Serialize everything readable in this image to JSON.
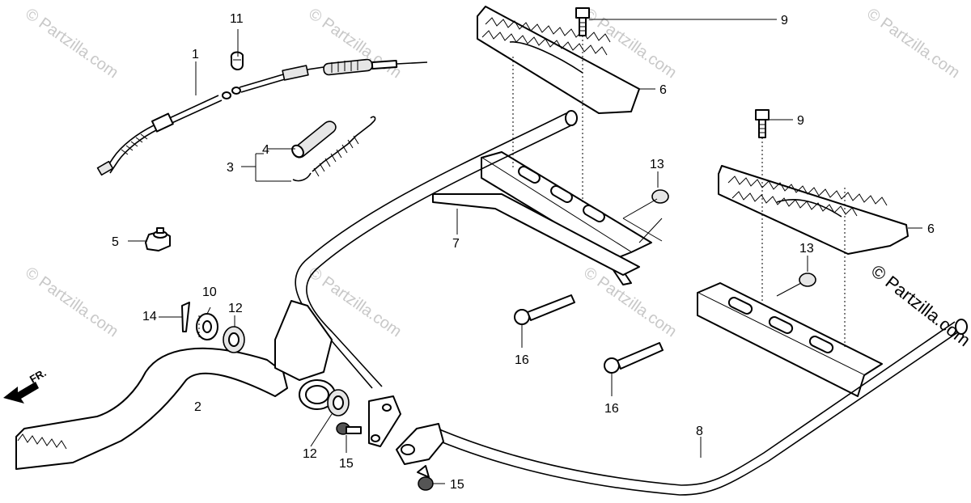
{
  "watermark": {
    "text": "© Partzilla.com",
    "corner_text": "© Partzilla.com"
  },
  "front_indicator": "FR.",
  "callouts": {
    "c1": "1",
    "c2": "2",
    "c3": "3",
    "c4": "4",
    "c5": "5",
    "c6a": "6",
    "c6b": "6",
    "c7": "7",
    "c8": "8",
    "c9a": "9",
    "c9b": "9",
    "c10": "10",
    "c11": "11",
    "c12a": "12",
    "c12b": "12",
    "c13a": "13",
    "c13b": "13",
    "c14": "14",
    "c15a": "15",
    "c15b": "15",
    "c16a": "16",
    "c16b": "16"
  }
}
